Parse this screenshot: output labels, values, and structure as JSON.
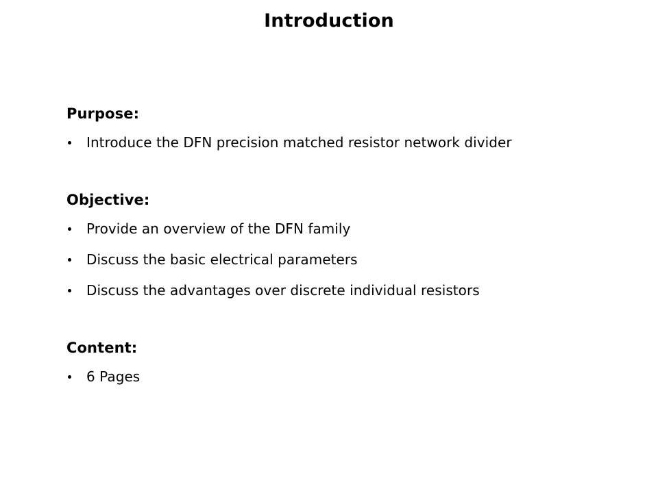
{
  "slide": {
    "title": "Introduction",
    "background_color": "#ffffff",
    "text_color": "#000000",
    "bullet_glyph": "round-dot",
    "sections": [
      {
        "heading": "Purpose:",
        "bullets": [
          "Introduce the DFN precision matched resistor network divider"
        ]
      },
      {
        "heading": "Objective:",
        "bullets": [
          "Provide an overview of the DFN family",
          "Discuss the basic electrical parameters",
          "Discuss the advantages over discrete individual resistors"
        ]
      },
      {
        "heading": "Content:",
        "bullets": [
          "6 Pages"
        ]
      }
    ]
  }
}
